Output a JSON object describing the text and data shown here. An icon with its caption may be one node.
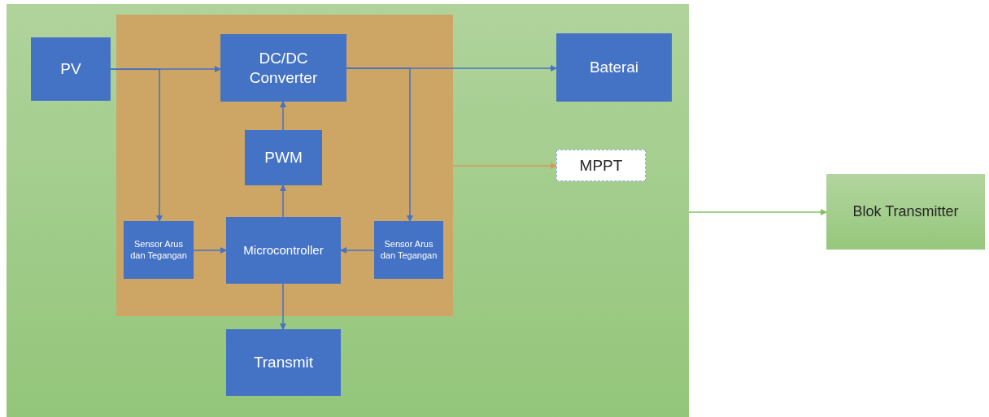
{
  "diagram": {
    "nodes": [
      {
        "text": [],
        "shape": "box"
      },
      {
        "text": [],
        "shape": "box",
        "in": 0
      },
      {
        "text": [
          "PV"
        ],
        "in": 0
      },
      {
        "text": [
          "DC/DC Converter"
        ],
        "in": 1
      },
      {
        "text": [
          "Baterai"
        ],
        "in": 0
      },
      {
        "text": [
          "PWM"
        ],
        "in": 1
      },
      {
        "text": [
          "MPPT"
        ],
        "in": 0
      },
      {
        "text": [
          "Sensor Arus dan Tegangan"
        ],
        "in": 1
      },
      {
        "text": [
          "Microcontroller"
        ],
        "in": 1
      },
      {
        "text": [
          "Sensor Arus dan Tegangan"
        ],
        "in": 1
      },
      {
        "text": [
          "Transmit"
        ],
        "in": 0
      },
      {
        "text": [
          "Blok Transmitter"
        ]
      }
    ],
    "edges": [
      {
        "from": 2,
        "to": 3,
        "arrow": "to"
      },
      {
        "from": 3,
        "to": 4,
        "arrow": "to"
      },
      {
        "from": 2,
        "to": 7,
        "arrow": "to"
      },
      {
        "from": 3,
        "to": 9,
        "arrow": "to"
      },
      {
        "from": 5,
        "to": 3,
        "arrow": "to"
      },
      {
        "from": 8,
        "to": 5,
        "arrow": "to"
      },
      {
        "from": 7,
        "to": 8,
        "arrow": "to"
      },
      {
        "from": 9,
        "to": 8,
        "arrow": "to"
      },
      {
        "from": 8,
        "to": 10,
        "arrow": "to"
      },
      {
        "from": 1,
        "to": 6,
        "arrow": "to",
        "color": "#d69a5c"
      },
      {
        "from": 0,
        "to": 11,
        "arrow": "to",
        "color": "#7dc35f"
      }
    ]
  }
}
